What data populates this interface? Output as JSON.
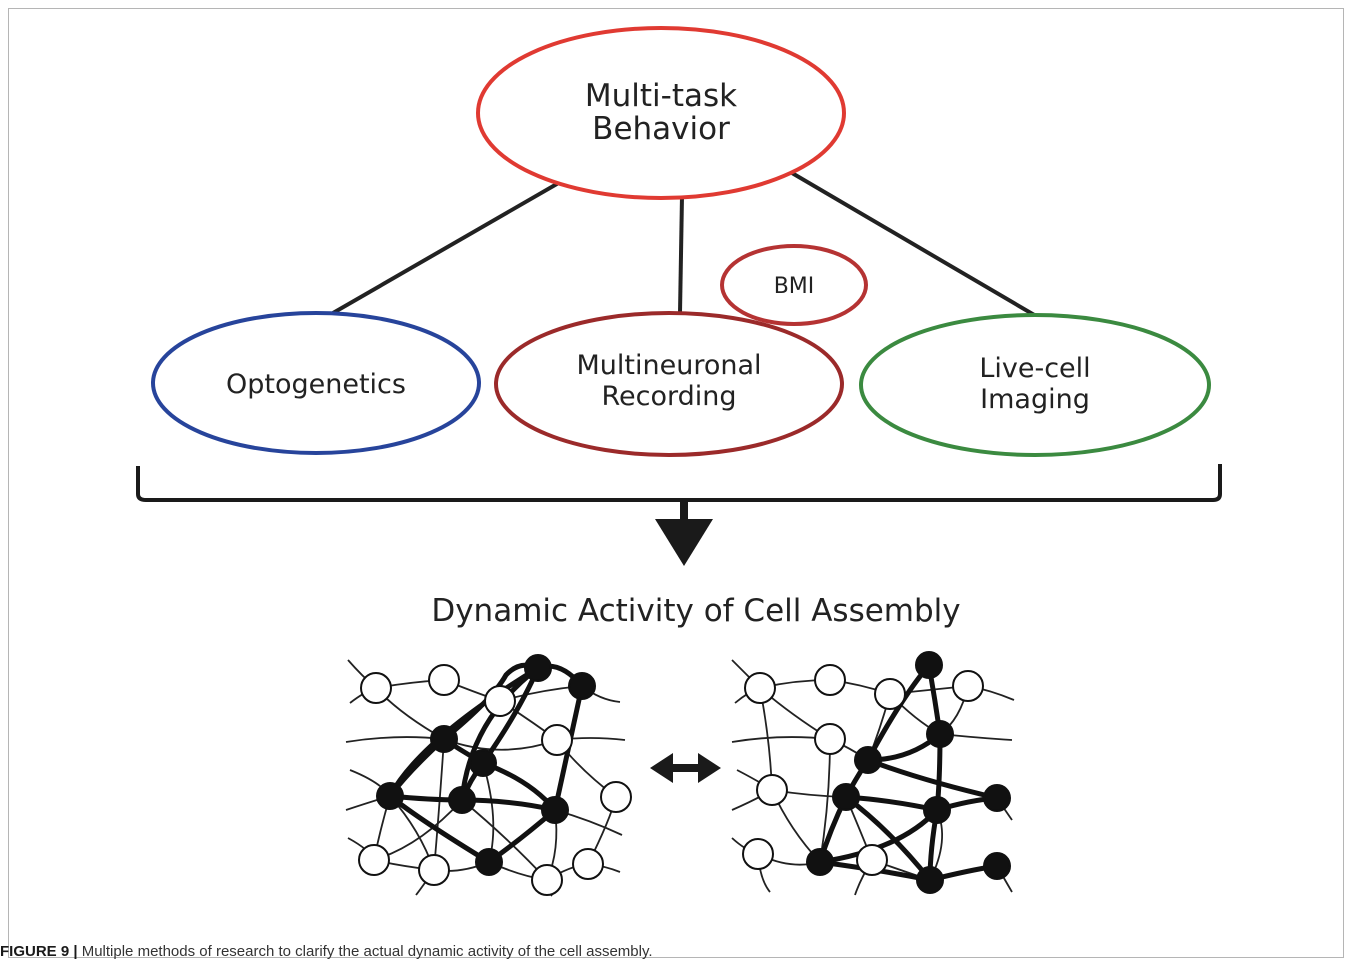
{
  "nodes": {
    "behavior": {
      "line1": "Multi-task",
      "line2": "Behavior",
      "color": "#e03a32"
    },
    "optogenetics": {
      "line1": "Optogenetics",
      "color": "#27449b"
    },
    "recording": {
      "line1": "Multineuronal",
      "line2": "Recording",
      "color": "#9b2a2a"
    },
    "bmi": {
      "line1": "BMI",
      "color": "#b53333"
    },
    "imaging": {
      "line1": "Live-cell",
      "line2": "Imaging",
      "color": "#3b8a40"
    }
  },
  "outcome_title": "Dynamic Activity of Cell Assembly",
  "caption": {
    "label": "FIGURE 9 |",
    "text": " Multiple methods of research to clarify the actual dynamic activity of the cell assembly."
  }
}
